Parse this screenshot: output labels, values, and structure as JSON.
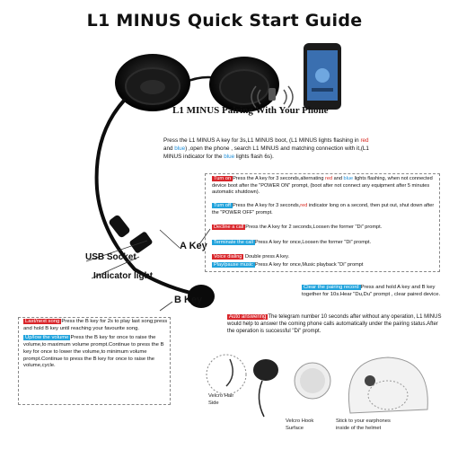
{
  "title": "L1  MINUS  Quick Start Guide",
  "pairing": {
    "heading": "L1 MINUS Pairing With Your Phone",
    "text_parts": {
      "p1": "Press the L1 MINUS A key for 3s,L1 MINUS boot, (L1 MINUS lights flashing in ",
      "red": "red",
      "p2": " and ",
      "blue1": "blue",
      "p3": ") ,open the phone , search L1 MINUS and matching connection with it,(L1 MINUS indicator for the ",
      "blue2": "blue",
      "p4": " lights flash 6s)."
    }
  },
  "labels": {
    "usb_socket": "USB Socket",
    "indicator_light": "Indicator light",
    "a_key": "A Key",
    "b_key": "B Key"
  },
  "a_key_functions": {
    "turn_on_tag": "Turn on",
    "turn_on_a": "Press the A key for 3 seconds,alternating ",
    "turn_on_red": "red",
    "turn_on_b": " and ",
    "turn_on_blue": "blue",
    "turn_on_c": " lights flashing, when not connected device boot after the \"POWER ON\" prompt, (boot after not connect any equipment after 5 minutes automatic shutdown).",
    "turn_off_tag": "Turn off",
    "turn_off_a": "Press the A key for 3 seconds,",
    "turn_off_red": "red",
    "turn_off_b": " indicator long on a second, then put out, shut down after the \"POWER OFF\" prompt.",
    "decline_tag": "Decline a call",
    "decline_text": "Press  the  A  key  for 2 seconds,Loosen the former \"Di\" prompt.",
    "terminate_tag": "Terminate the call",
    "terminate_text": "Press A key for once,Loosen the former \"Di\" prompt.",
    "voice_tag": "Voice  dialing",
    "voice_text": "Double press A key.",
    "play_tag": "Play/pause music",
    "play_text": "Press A key for once,Music playback \"Di\" prompt"
  },
  "clear_pairing": {
    "tag": "Clear the pairing record",
    "text": "Press and hold A key and B key together for 10s.Hear \"Du,Du\" prompt , clear paired device."
  },
  "auto_answering": {
    "tag": "Auto answering",
    "text": "The telegram number 10 seconds after without any operation, L1 MINUS would help to answer the coming phone calls automatically under the pairing status.After the operation is successful \"Di\" prompt."
  },
  "b_key_functions": {
    "last_next_tag": "Last/next song",
    "last_next_text": "Press the B key for 2s to play last song;press and hold B key until reaching your favourite song.",
    "volume_tag": "Up/low the volume",
    "volume_text": "Press the B key for once to raise the volume,to maximum volume prompt.Continue to press the B key for once to lower the volume,to minimum volume prompt.Continue to press the B key for once to raise the volume,cycle."
  },
  "captions": {
    "velcro_hair": "Velcro Hair\nSide",
    "velcro_hook": "Velcro Hook\nSurface",
    "stick": "Stick to your earphones\ninside of the helmet"
  },
  "colors": {
    "tag_red": "#d9262b",
    "tag_blue": "#21a3dc",
    "text_red": "#d7261e",
    "text_blue": "#1f8fd9"
  }
}
